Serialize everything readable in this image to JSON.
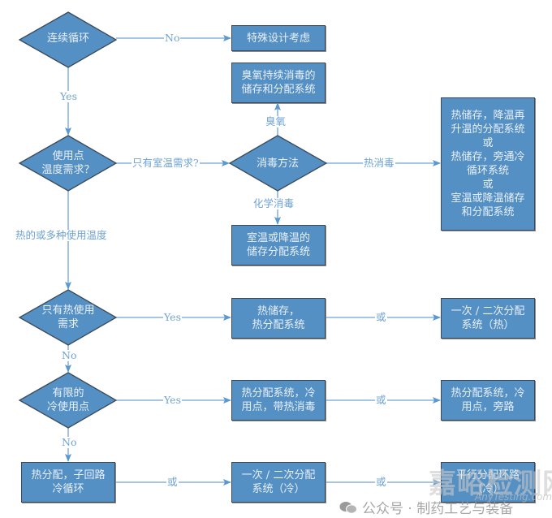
{
  "colors": {
    "node_fill": "#5590c4",
    "node_border": "#3a4a5a",
    "connector": "#6fa3d2",
    "node_text": "#e8f0f8"
  },
  "decisions": {
    "continuous_loop": "连续循环",
    "use_point_temp": [
      "使用点",
      "温度需求？"
    ],
    "sanitization_method": "消毒方法",
    "hot_only": [
      "只有热使用",
      "需求"
    ],
    "limited_cold": [
      "有限的",
      "冷使用点"
    ]
  },
  "boxes": {
    "special_design": "特殊设计考虑",
    "ozone_system": [
      "臭氧持续消毒的",
      "储存和分配系统"
    ],
    "ambient_chem_system": [
      "室温或降温的",
      "储存分配系统"
    ],
    "hot_options": [
      "热储存，降温再",
      "升温的分配系统",
      "或",
      "热储存，旁通冷",
      "循环系统",
      "或",
      "室温或降温储存",
      "和分配系统"
    ],
    "hot_storage_dist": [
      "热储存，",
      "热分配系统"
    ],
    "primary_secondary_hot": [
      "一次 / 二次分配",
      "系统（热）"
    ],
    "hot_dist_cold_points_sanitize": [
      "热分配系统，冷",
      "用点，带热消毒"
    ],
    "hot_dist_cold_points_bypass": [
      "热分配系统，冷",
      "用点，旁路"
    ],
    "hot_dist_subloop_cold": [
      "热分配，子回路",
      "冷循环"
    ],
    "primary_secondary_cold": [
      "一次 / 二次分配",
      "系统（冷）"
    ],
    "parallel_loop_cold": [
      "平行分配环路",
      "（冷）"
    ]
  },
  "edge_labels": {
    "no_1": "No",
    "yes_1": "Yes",
    "ambient_only": "只有室温需求?",
    "ozone": "臭氧",
    "heat_sanitize": "热消毒",
    "chem_sanitize": "化学消毒",
    "hot_or_multi": "热的或多种使用温度",
    "yes_2": "Yes",
    "no_2": "No",
    "yes_3": "Yes",
    "no_3": "No",
    "or_1": "或",
    "or_2": "或",
    "or_3": "或",
    "or_4": "或"
  },
  "watermark": {
    "site": "嘉峪检测网",
    "site_url_text": "AnyTesting.com",
    "account": "公众号 · 制药工艺与装备"
  }
}
